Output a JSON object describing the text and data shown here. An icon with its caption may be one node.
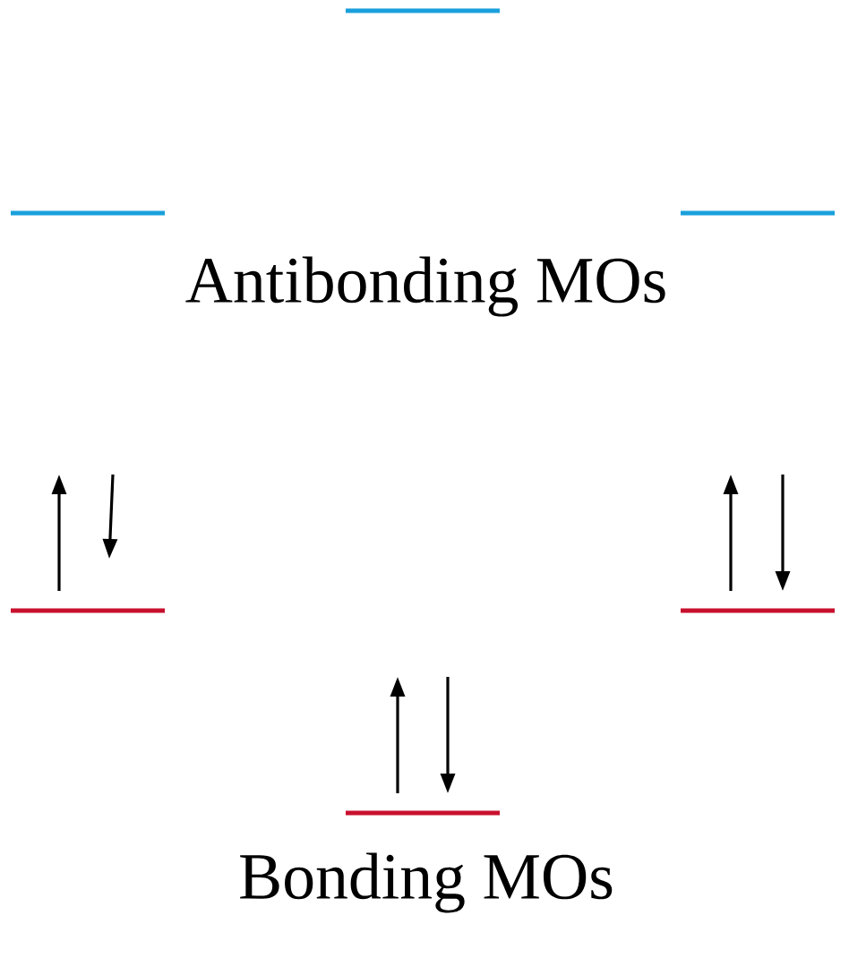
{
  "diagram": {
    "nodes": [
      {
        "text": [],
        "shape": "bar"
      },
      {
        "text": [],
        "shape": "bar"
      },
      {
        "text": [],
        "shape": "bar"
      },
      {
        "text": [],
        "shape": "bar"
      },
      {
        "text": [],
        "shape": "bar"
      },
      {
        "text": [],
        "shape": "bar"
      }
    ],
    "labels": [
      "Antibonding MOs",
      "Bonding MOs"
    ]
  }
}
